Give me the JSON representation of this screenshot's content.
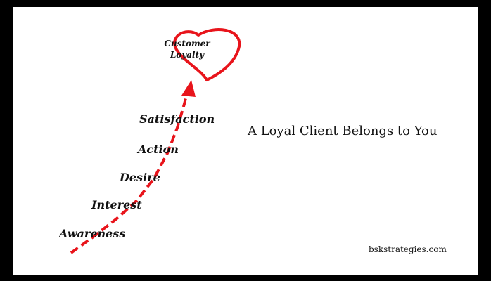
{
  "diagram": {
    "goal": {
      "line1": "Customer",
      "line2": "Loyalty",
      "icon": "heart-icon",
      "color": "#e8141b"
    },
    "stages": [
      "Awareness",
      "Interest",
      "Desire",
      "Action",
      "Satisfaction"
    ],
    "arrow_color": "#e8141b",
    "headline": "A Loyal Client Belongs to You",
    "source": "bskstrategies.com"
  }
}
